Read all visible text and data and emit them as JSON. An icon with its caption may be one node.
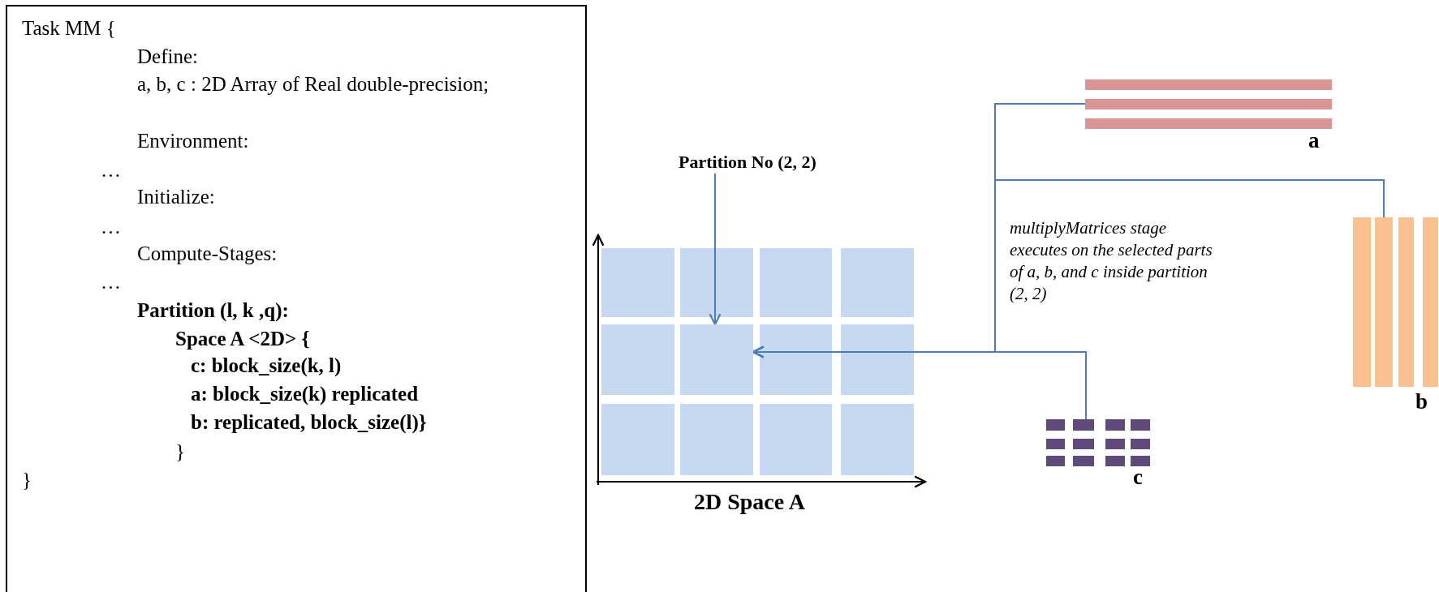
{
  "diagram": {
    "nodes": [
      {
        "text": [
          "Task MM {",
          "Define:",
          "a, b, c :  2D Array of Real double-precision;",
          "Environment:",
          "…",
          "Initialize:",
          "…",
          "Compute-Stages:",
          "…",
          "Partition  (l, k ,q):",
          "Space A <2D> {",
          "c: block_size(k, l)",
          "a: block_size(k) replicated",
          "b: replicated, block_size(l)}",
          "}",
          "}"
        ]
      },
      {
        "text": [
          "Partition No (2, 2)"
        ]
      },
      {
        "text": [],
        "shape": "box"
      },
      {
        "text": [],
        "shape": "bar",
        "beside": [
          "a"
        ]
      },
      {
        "text": [],
        "shape": "bar",
        "beside": [
          "b"
        ]
      },
      {
        "text": [],
        "shape": "box",
        "beside": [
          "c"
        ]
      }
    ],
    "edges": [
      {
        "from": 1,
        "to": 2,
        "arrow": "to"
      },
      {
        "from": 3,
        "to": 2,
        "arrow": "to"
      },
      {
        "from": 4,
        "to": 2,
        "arrow": "to"
      },
      {
        "from": 5,
        "to": 2,
        "arrow": "to"
      }
    ],
    "labels": [
      "multiplyMatrices stage executes on the selected parts of a, b, and c inside partition (2, 2)",
      "2D Space A"
    ]
  }
}
